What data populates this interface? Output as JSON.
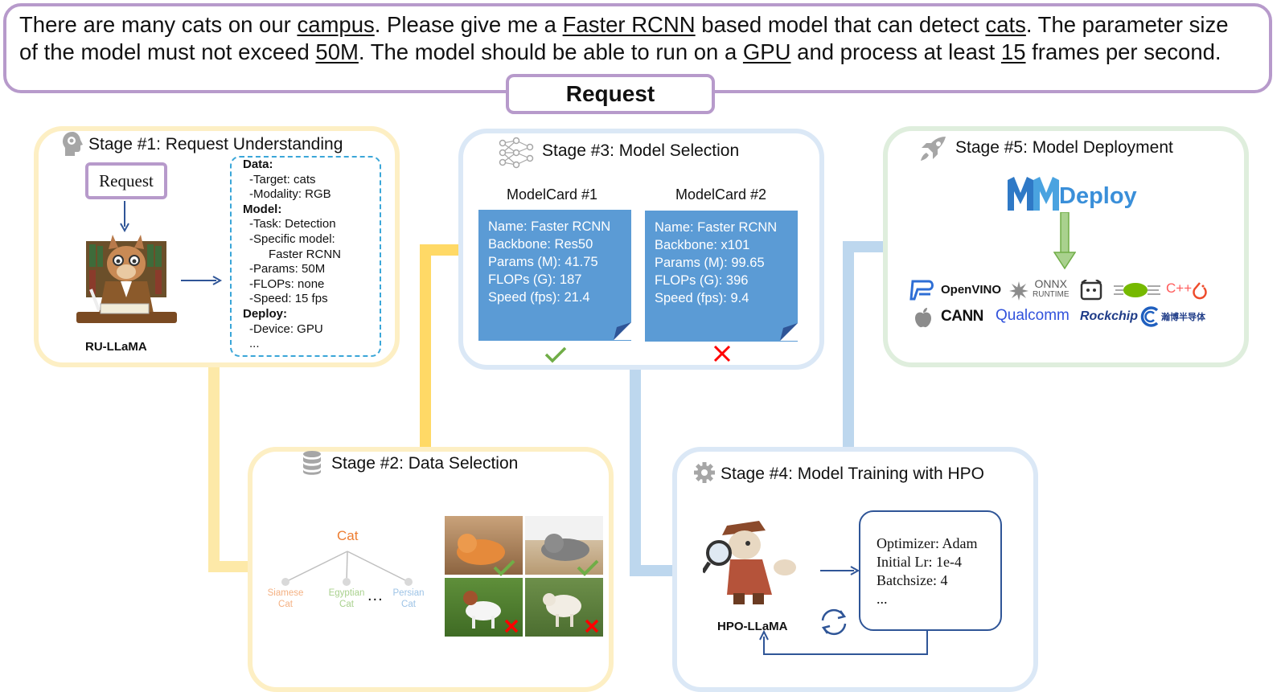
{
  "request": {
    "line1_parts": [
      "There are many cats on our ",
      "campus",
      ". Please give me a ",
      "Faster RCNN",
      " based model that can detect ",
      "cats",
      ". The parameter size"
    ],
    "line2_parts": [
      "of the model must not exceed ",
      "50M",
      ". The model should be able to run on a ",
      "GPU",
      " and process at least ",
      "15",
      " frames per second."
    ],
    "tab_label": "Request"
  },
  "stage1": {
    "title": "Stage #1: Request Understanding",
    "request_button": "Request",
    "agent_label": "RU-LLaMA",
    "spec": [
      {
        "text": "Data:",
        "bold": true,
        "indent": 0
      },
      {
        "text": "-Target: cats",
        "bold": false,
        "indent": 1
      },
      {
        "text": "-Modality: RGB",
        "bold": false,
        "indent": 1
      },
      {
        "text": "Model:",
        "bold": true,
        "indent": 0
      },
      {
        "text": "-Task: Detection",
        "bold": false,
        "indent": 1
      },
      {
        "text": "-Specific model:",
        "bold": false,
        "indent": 1
      },
      {
        "text": "Faster RCNN",
        "bold": false,
        "indent": 2
      },
      {
        "text": "-Params: 50M",
        "bold": false,
        "indent": 1
      },
      {
        "text": "-FLOPs: none",
        "bold": false,
        "indent": 1
      },
      {
        "text": "-Speed: 15 fps",
        "bold": false,
        "indent": 1
      },
      {
        "text": "Deploy:",
        "bold": true,
        "indent": 0
      },
      {
        "text": "-Device: GPU",
        "bold": false,
        "indent": 1
      },
      {
        "text": "...",
        "bold": false,
        "indent": 1
      }
    ]
  },
  "stage2": {
    "title": "Stage #2: Data Selection",
    "tree_root": "Cat",
    "tree_leaves": [
      {
        "line1": "Siamese",
        "line2": "Cat",
        "color": "#f4b183"
      },
      {
        "line1": "Egyptian",
        "line2": "Cat",
        "color": "#a9d18e"
      },
      {
        "line1": "Persian",
        "line2": "Cat",
        "color": "#9dc3e6"
      }
    ],
    "ellipsis": "...",
    "root_color": "#ed7d31"
  },
  "stage3": {
    "title": "Stage #3: Model Selection",
    "cards": [
      {
        "title": "ModelCard #1",
        "lines": [
          "Name: Faster RCNN",
          "Backbone: Res50",
          "Params (M): 41.75",
          "FLOPs (G): 187",
          "Speed (fps): 21.4"
        ],
        "mark": "check"
      },
      {
        "title": "ModelCard #2",
        "lines": [
          "Name: Faster RCNN",
          "Backbone: x101",
          "Params (M): 99.65",
          "FLOPs (G): 396",
          "Speed (fps): 9.4"
        ],
        "mark": "cross"
      }
    ]
  },
  "stage4": {
    "title": "Stage #4: Model Training with HPO",
    "agent_label": "HPO-LLaMA",
    "config": [
      "Optimizer: Adam",
      "Initial Lr: 1e-4",
      "Batchsize: 4",
      "..."
    ]
  },
  "stage5": {
    "title": "Stage #5: Model Deployment",
    "mmdeploy": "Deploy",
    "logos_row1": [
      "OpenVINO",
      "ONNX",
      "RUNTIME",
      "C++"
    ],
    "logos_row2": [
      "CANN",
      "Qualcomm",
      "Rockchip",
      "瀚博半导体"
    ]
  },
  "colors": {
    "request_border": "#b79acb",
    "yellow_connector": "#fde9a8",
    "yellow_connector_dark": "#ffd966",
    "blue_connector": "#bdd7ee",
    "card_blue": "#5b9bd5",
    "check_green": "#70ad47",
    "cross_red": "#ff0000"
  }
}
